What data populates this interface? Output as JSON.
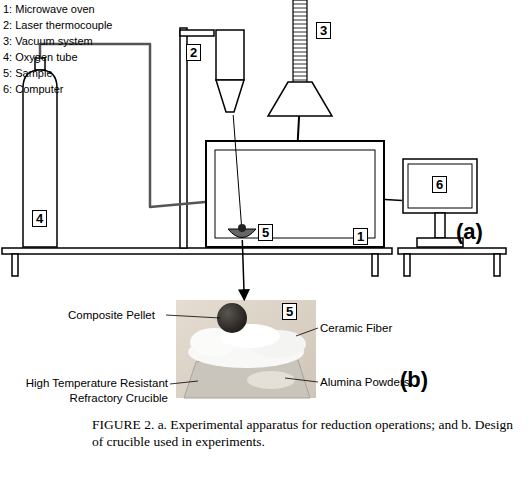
{
  "diagram": {
    "caption": "FIGURE 2. a. Experimental apparatus for reduction operations; and b. Design of crucible used in experiments.",
    "nodes": [
      {
        "text": [
          "2"
        ]
      },
      {
        "text": [
          "3"
        ]
      },
      {
        "text": [
          "4"
        ]
      },
      {
        "text": [
          "1"
        ]
      },
      {
        "text": [
          "5"
        ],
        "in": 3
      },
      {
        "text": [
          "6"
        ]
      },
      {
        "text": [
          "5"
        ]
      }
    ],
    "edges": [
      {
        "from": 2,
        "to": 3,
        "arrow": "none"
      },
      {
        "from": 1,
        "to": 3,
        "arrow": "none"
      },
      {
        "from": 0,
        "to": 4,
        "arrow": "none"
      },
      {
        "from": 3,
        "to": 5,
        "arrow": "none"
      },
      {
        "from": 4,
        "to": 6,
        "arrow": "to"
      }
    ],
    "labels": [
      "1: Microwave oven",
      "2: Laser thermocouple",
      "3: Vacuum system",
      "4: Oxygen tube",
      "5: Sample",
      "6: Computer",
      "(a)",
      "Composite Pellet",
      "Ceramic Fiber",
      "High Temperature Resistant Refractory Crucible",
      "Alumina Powders",
      "(b)"
    ]
  }
}
